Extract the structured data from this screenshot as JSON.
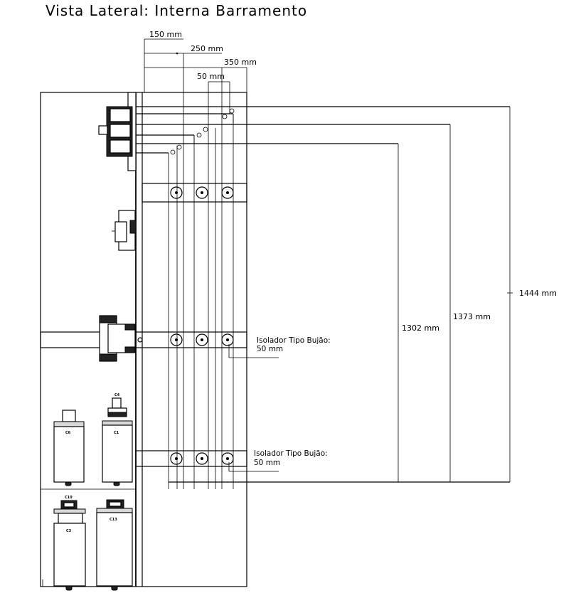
{
  "title": "Vista Lateral: Interna Barramento",
  "dimensions": {
    "d150": "150 mm",
    "d250": "250 mm",
    "d350": "350 mm",
    "d50": "50 mm",
    "d1302": "1302 mm",
    "d1373": "1373 mm",
    "d1444": "1444 mm"
  },
  "insulators": [
    {
      "line1": "Isolador Tipo Bujão:",
      "line2": "50 mm"
    },
    {
      "line1": "Isolador Tipo Bujão:",
      "line2": "50 mm"
    }
  ],
  "breakers": {
    "c4": "C4",
    "c6": "C6",
    "c1": "C1",
    "c10": "C10",
    "c3": "C3",
    "c13": "C13"
  }
}
